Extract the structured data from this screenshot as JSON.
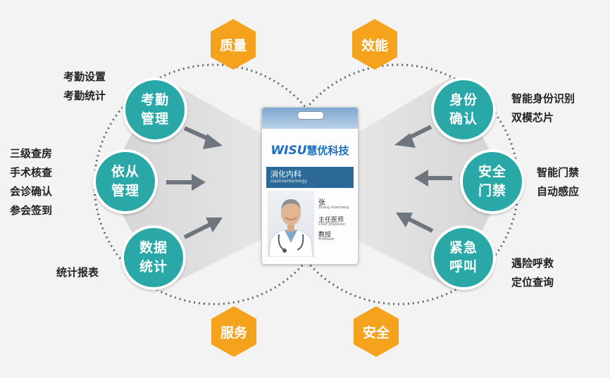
{
  "hexagons": {
    "quality": "质量",
    "efficiency": "效能",
    "service": "服务",
    "safety": "安全"
  },
  "left_nodes": [
    {
      "line1": "考勤",
      "line2": "管理",
      "desc": [
        "考勤设置",
        "考勤统计"
      ]
    },
    {
      "line1": "依从",
      "line2": "管理",
      "desc": [
        "三级查房",
        "手术核查",
        "会诊确认",
        "参会签到"
      ]
    },
    {
      "line1": "数据",
      "line2": "统计",
      "desc": [
        "统计报表"
      ]
    }
  ],
  "right_nodes": [
    {
      "line1": "身份",
      "line2": "确认",
      "desc": [
        "智能身份识别",
        "双模芯片"
      ]
    },
    {
      "line1": "安全",
      "line2": "门禁",
      "desc": [
        "智能门禁",
        "自动感应"
      ]
    },
    {
      "line1": "紧急",
      "line2": "呼叫",
      "desc": [
        "遇险呼救",
        "定位查询"
      ]
    }
  ],
  "card": {
    "brand_latin": "WISU",
    "brand_cn": "慧优科技",
    "dept": "消化内科",
    "dept_en": "Gastroenterology",
    "name": "张",
    "name_en": "Zhang Xuanhang",
    "title": "主任医师",
    "title_en": "Chief physician",
    "rank": "教授",
    "rank_en": "Professor"
  },
  "colors": {
    "teal": "#2aa8a8",
    "orange": "#f5a21c",
    "card_blue": "#2d6a98",
    "brand_blue": "#1b6fc2"
  }
}
